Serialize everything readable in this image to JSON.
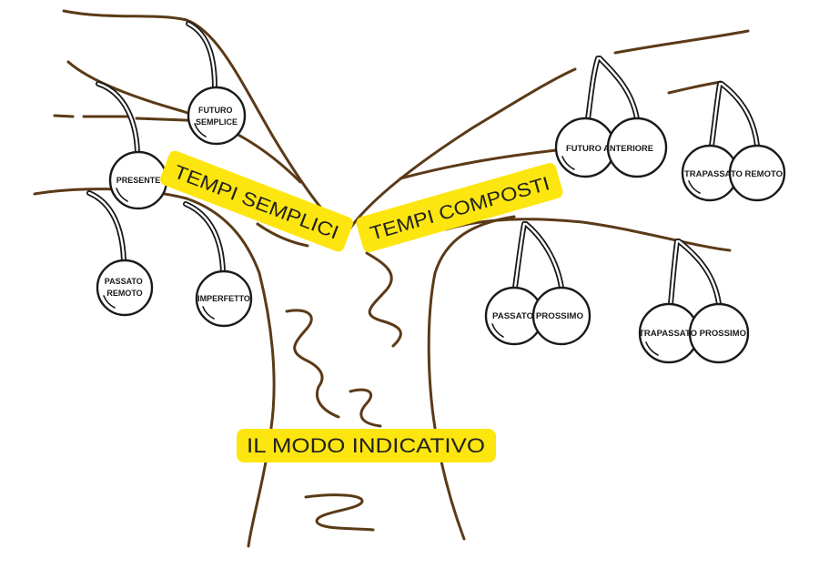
{
  "diagram": {
    "title": "IL MODO INDICATIVO",
    "branches": [
      {
        "label": "TEMPI SEMPLICI",
        "tenses": [
          {
            "lines": [
              "FUTURO",
              "SEMPLICE"
            ]
          },
          {
            "lines": [
              "PRESENTE"
            ]
          },
          {
            "lines": [
              "PASSATO",
              "REMOTO"
            ]
          },
          {
            "lines": [
              "IMPERFETTO"
            ]
          }
        ]
      },
      {
        "label": "TEMPI COMPOSTI",
        "tenses": [
          {
            "lines": [
              "FUTURO ANTERIORE"
            ]
          },
          {
            "lines": [
              "TRAPASSATO REMOTO"
            ]
          },
          {
            "lines": [
              "PASSATO PROSSIMO"
            ]
          },
          {
            "lines": [
              "TRAPASSATO PROSSIMO"
            ]
          }
        ]
      }
    ]
  },
  "colors": {
    "branch": "#5b3a17",
    "highlight": "#fde60f",
    "outline": "#1a1a1a",
    "background": "#ffffff"
  }
}
